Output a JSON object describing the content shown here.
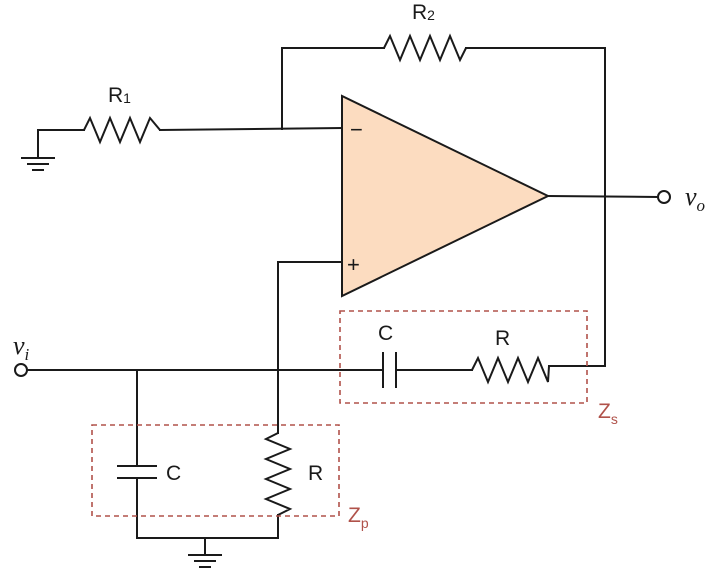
{
  "labels": {
    "r1": {
      "main": "R",
      "sub": "1"
    },
    "r2": {
      "main": "R",
      "sub": "2"
    },
    "c_series": "C",
    "r_series": "R",
    "c_parallel": "C",
    "r_parallel": "R",
    "vi": {
      "main": "v",
      "sub": "i"
    },
    "vo": {
      "main": "v",
      "sub": "o"
    },
    "zs": {
      "main": "Z",
      "sub": "s"
    },
    "zp": {
      "main": "Z",
      "sub": "p"
    },
    "minus": "−",
    "plus": "+"
  },
  "colors": {
    "opamp_fill": "#fcdcc0",
    "wire": "#1a1a1a",
    "impedance_box": "#b0524a"
  }
}
